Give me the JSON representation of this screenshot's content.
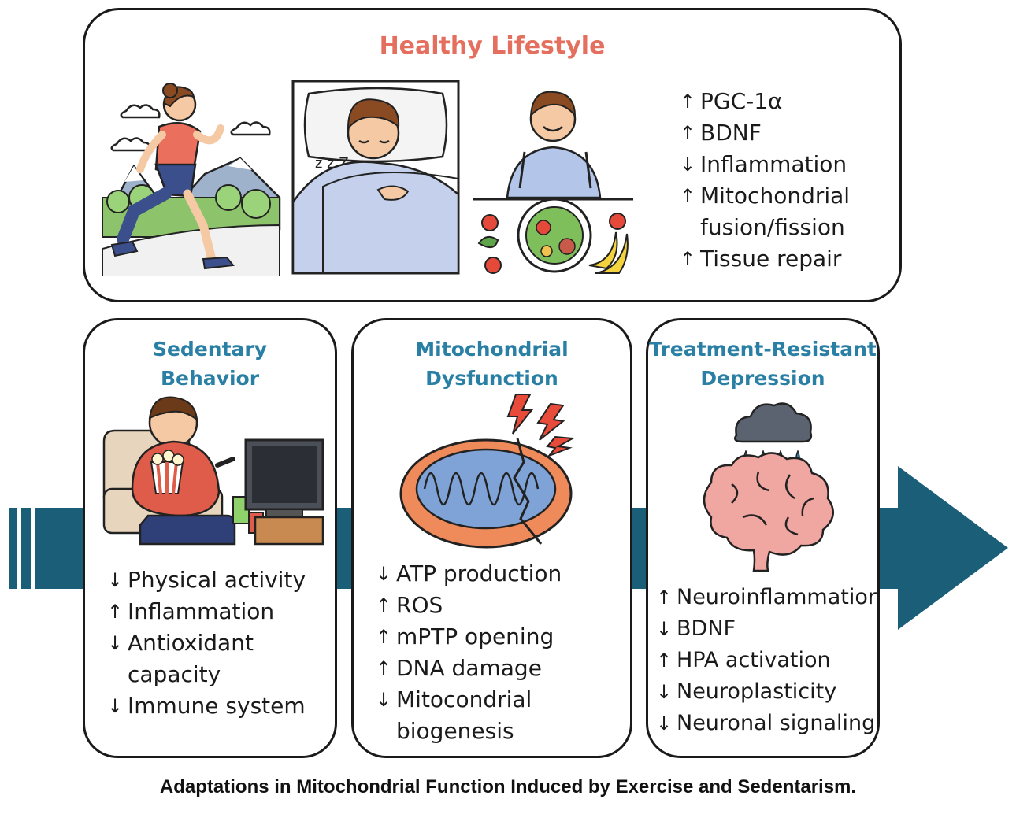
{
  "healthy_lifestyle": {
    "title": "Healthy Lifestyle",
    "items": [
      {
        "arrow": "↑",
        "text": "PGC-1α"
      },
      {
        "arrow": "↑",
        "text": "BDNF"
      },
      {
        "arrow": "↓",
        "text": "Inflammation"
      },
      {
        "arrow": "↑",
        "text": "Mitochondrial"
      },
      {
        "arrow": "",
        "text": "fusion/fission"
      },
      {
        "arrow": "↑",
        "text": "Tissue repair"
      }
    ],
    "sleep_text": "z z Z"
  },
  "sedentary": {
    "title_line1": "Sedentary",
    "title_line2": "Behavior",
    "items": [
      {
        "arrow": "↓",
        "text": "Physical activity"
      },
      {
        "arrow": "↑",
        "text": "Inflammation"
      },
      {
        "arrow": "↓",
        "text": "Antioxidant"
      },
      {
        "arrow": "",
        "text": "capacity"
      },
      {
        "arrow": "↓",
        "text": "Immune system"
      }
    ]
  },
  "mitochondrial": {
    "title_line1": "Mitochondrial",
    "title_line2": "Dysfunction",
    "items": [
      {
        "arrow": "↓",
        "text": "ATP production"
      },
      {
        "arrow": "↑",
        "text": "ROS"
      },
      {
        "arrow": "↑",
        "text": "mPTP opening"
      },
      {
        "arrow": "↑",
        "text": "DNA damage"
      },
      {
        "arrow": "↓",
        "text": "Mitocondrial"
      },
      {
        "arrow": "",
        "text": "biogenesis"
      }
    ]
  },
  "treatment_resistant": {
    "title_line1": "Treatment-Resistant",
    "title_line2": "Depression",
    "items": [
      {
        "arrow": "↑",
        "text": "Neuroinflammation"
      },
      {
        "arrow": "↓",
        "text": "BDNF"
      },
      {
        "arrow": "↑",
        "text": "HPA activation"
      },
      {
        "arrow": "↓",
        "text": "Neuroplasticity"
      },
      {
        "arrow": "↓",
        "text": "Neuronal signaling"
      }
    ]
  },
  "caption": "Adaptations in Mitochondrial Function Induced by Exercise and Sedentarism.",
  "colors": {
    "arrow": "#1b5e78",
    "title_red": "#e56f5e",
    "title_blue": "#2a7fa4",
    "border": "#1a1a1a"
  }
}
